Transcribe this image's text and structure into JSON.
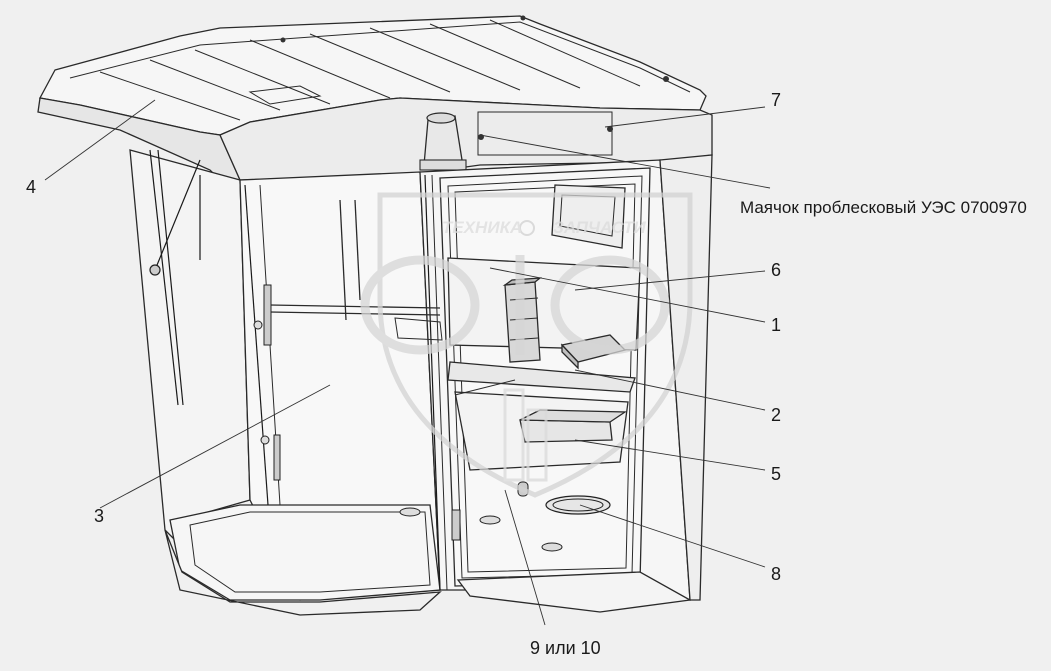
{
  "watermark": {
    "left_word": "ТЕХНИКА",
    "right_word": "ЗАПЧАСТИ",
    "logo_letters": "ЭФ"
  },
  "callouts": [
    {
      "id": "4",
      "label": "4"
    },
    {
      "id": "7",
      "label": "7"
    },
    {
      "id": "beacon",
      "label": "Маячок проблесковый УЭС 0700970"
    },
    {
      "id": "6",
      "label": "6"
    },
    {
      "id": "1",
      "label": "1"
    },
    {
      "id": "2",
      "label": "2"
    },
    {
      "id": "5",
      "label": "5"
    },
    {
      "id": "3",
      "label": "3"
    },
    {
      "id": "8",
      "label": "8"
    },
    {
      "id": "9-10",
      "label": "9 или 10"
    }
  ],
  "colors": {
    "background": "#f0f0f0",
    "part_light": "#f7f7f7",
    "part_shade": "#e4e4e4",
    "line": "#1a1a1a",
    "watermark": "#d6d6d6"
  }
}
